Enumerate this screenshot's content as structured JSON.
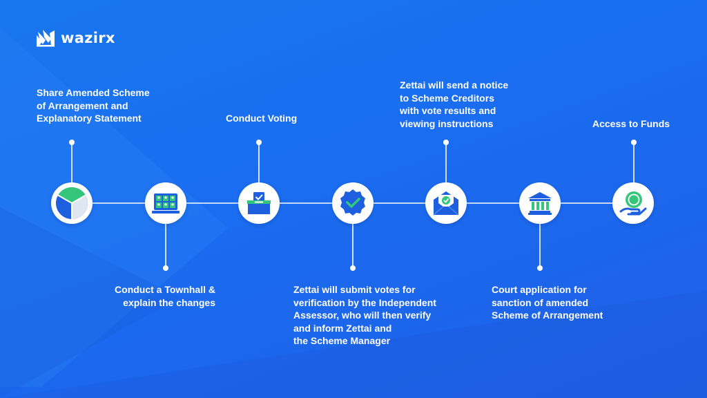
{
  "brand": {
    "name": "wazirx",
    "logo_icon": "wazirx-logo-icon"
  },
  "colors": {
    "background": "#1a6cf0",
    "icon_blue": "#1e5fe0",
    "icon_green": "#34c77b",
    "white": "#ffffff"
  },
  "steps": [
    {
      "icon": "pie-chart-icon",
      "lines": [
        "Share Amended Scheme",
        "of Arrangement and",
        "Explanatory Statement"
      ]
    },
    {
      "icon": "townhall-video-icon",
      "lines": [
        "Conduct a Townhall &",
        "explain the changes"
      ]
    },
    {
      "icon": "ballot-box-icon",
      "lines": [
        "Conduct Voting"
      ]
    },
    {
      "icon": "verified-badge-icon",
      "lines": [
        "Zettai will submit votes for",
        "verification by the Independent",
        "Assessor, who will then verify",
        "and inform Zettai and",
        "the Scheme Manager"
      ]
    },
    {
      "icon": "mail-check-icon",
      "lines": [
        "Zettai will send a notice",
        "to Scheme Creditors",
        "with vote results and",
        "viewing instructions"
      ]
    },
    {
      "icon": "court-building-icon",
      "lines": [
        "Court application for",
        "sanction of amended",
        "Scheme of Arrangement"
      ]
    },
    {
      "icon": "funds-hand-coin-icon",
      "lines": [
        "Access to Funds"
      ]
    }
  ]
}
